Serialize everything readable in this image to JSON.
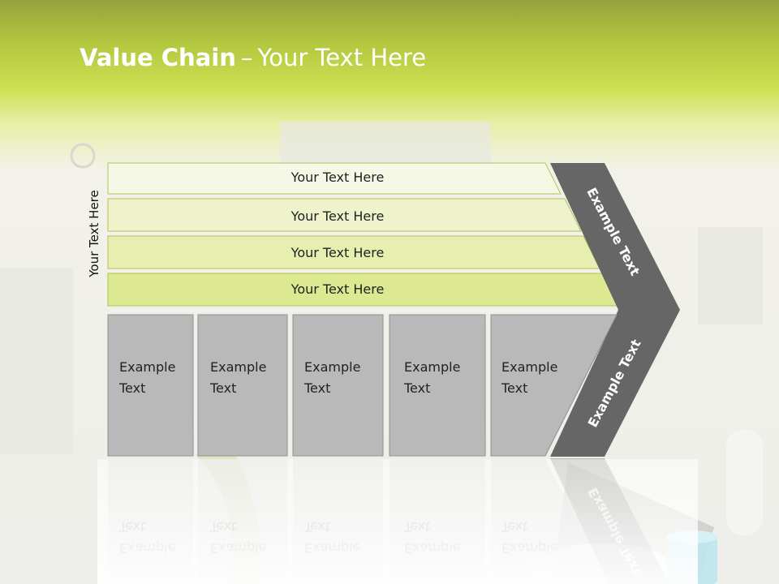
{
  "slide": {
    "title_bold": "Value Chain",
    "title_dash": "–",
    "title_rest": "Your Text Here",
    "side_label": "Your Text Here"
  },
  "rows": [
    {
      "label": "Your Text Here",
      "color": "#f6f8e6"
    },
    {
      "label": "Your Text Here",
      "color": "#eef3cc"
    },
    {
      "label": "Your Text Here",
      "color": "#e6efb0"
    },
    {
      "label": "Your Text Here",
      "color": "#dce990"
    }
  ],
  "columns": [
    {
      "line1": "Example",
      "line2": "Text"
    },
    {
      "line1": "Example",
      "line2": "Text"
    },
    {
      "line1": "Example",
      "line2": "Text"
    },
    {
      "line1": "Example",
      "line2": "Text"
    },
    {
      "line1": "Example",
      "line2": "Text"
    }
  ],
  "chevron": {
    "upper_label": "Example Text",
    "lower_label": "Example Text",
    "color": "#666666"
  },
  "colors": {
    "column_fill": "#b9b9b9",
    "row_border": "#b2c25a",
    "title_text": "#ffffff"
  }
}
